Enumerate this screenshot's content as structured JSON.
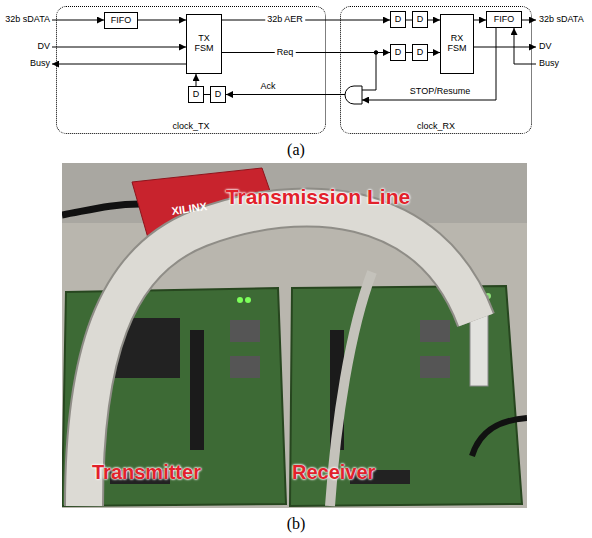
{
  "diagram": {
    "nodes": [
      {
        "text": [
          "clock_TX"
        ]
      },
      {
        "text": [
          "FIFO"
        ],
        "in": 0
      },
      {
        "text": [
          "TX FSM"
        ],
        "in": 0
      },
      {
        "text": [
          "D"
        ],
        "in": 0
      },
      {
        "text": [
          "D"
        ],
        "in": 0
      },
      {
        "text": [
          "clock_RX"
        ]
      },
      {
        "text": [
          "D"
        ],
        "in": 5
      },
      {
        "text": [
          "D"
        ],
        "in": 5
      },
      {
        "text": [
          "D"
        ],
        "in": 5
      },
      {
        "text": [
          "D"
        ],
        "in": 5
      },
      {
        "text": [
          "RX FSM"
        ],
        "in": 5
      },
      {
        "text": [
          "FIFO"
        ],
        "in": 5
      }
    ],
    "edges": [
      {
        "from": 1,
        "to": 2,
        "arrow": "to"
      },
      {
        "from": 2,
        "to": 6,
        "label": "32b AER",
        "arrow": "to"
      },
      {
        "from": 6,
        "to": 7,
        "arrow": "none"
      },
      {
        "from": 7,
        "to": 10,
        "arrow": "to"
      },
      {
        "from": 2,
        "to": 8,
        "label": "Req",
        "arrow": "to"
      },
      {
        "from": 8,
        "to": 9,
        "arrow": "none"
      },
      {
        "from": 9,
        "to": 10,
        "arrow": "to"
      },
      {
        "from": 10,
        "to": 11,
        "arrow": "to"
      },
      {
        "from": 4,
        "to": 3,
        "arrow": "none"
      },
      {
        "from": 3,
        "to": 2,
        "arrow": "to"
      }
    ],
    "labels": [
      "32b sDATA",
      "DV",
      "Busy",
      "Ack",
      "STOP/Resume",
      "32b sDATA",
      "DV",
      "Busy",
      "(a)",
      "XILINX",
      "Transmission Line",
      "Transmitter",
      "Receiver",
      "(b)"
    ]
  }
}
